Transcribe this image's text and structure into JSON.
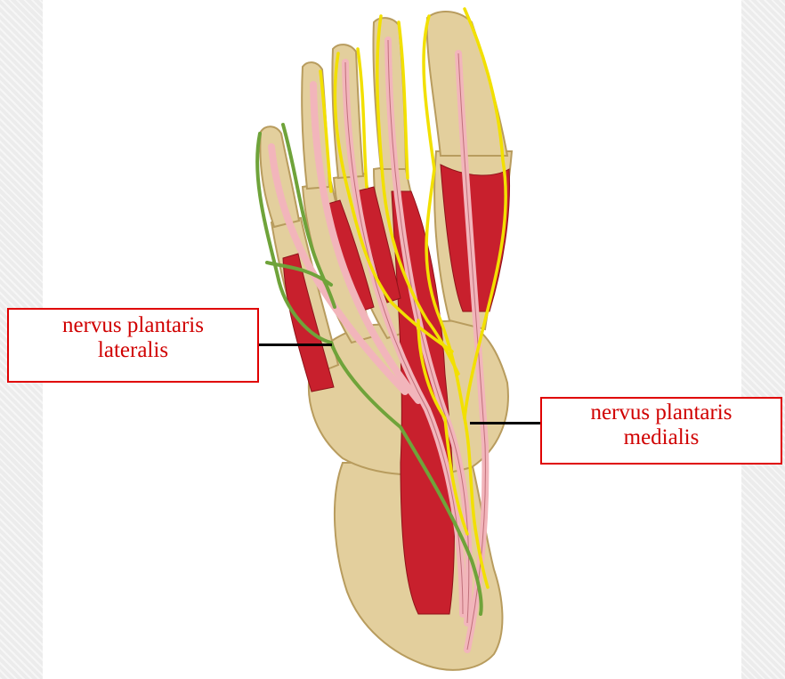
{
  "labels": {
    "lateral": {
      "line1": "nervus plantaris",
      "line2": "lateralis"
    },
    "medial": {
      "line1": "nervus plantaris",
      "line2": "medialis"
    }
  },
  "colors": {
    "bone": "#e3cf9d",
    "muscle": "#c8202d",
    "tendon": "#f2b5bb",
    "nerve_medial": "#f2e000",
    "nerve_lateral": "#6fa33a",
    "label_border": "#e00000",
    "label_text": "#d00000"
  },
  "structures": [
    "bone-icon",
    "muscle-icon",
    "tendon-icon",
    "nerve-icon"
  ]
}
